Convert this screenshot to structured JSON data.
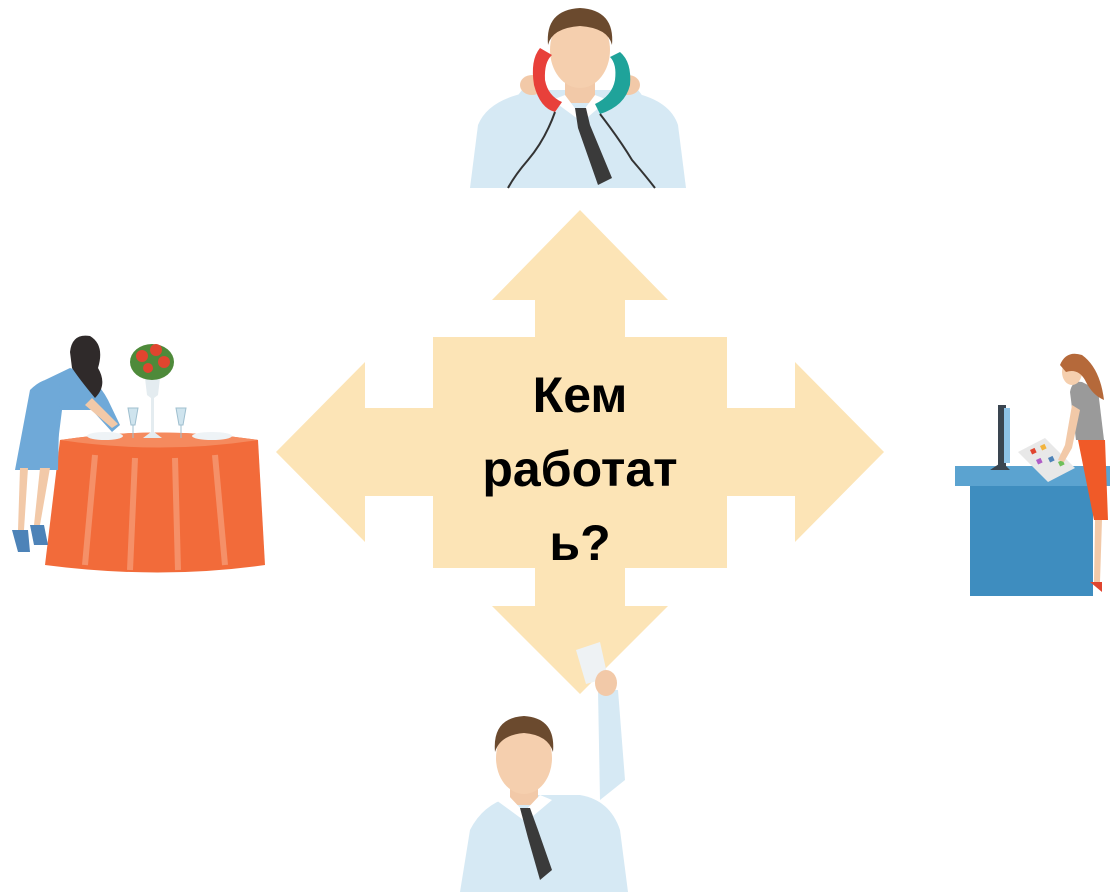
{
  "center_question": {
    "line1": "Кем",
    "line2": "работат",
    "line3": "ь?"
  },
  "colors": {
    "arrow_fill": "#FCE4B6",
    "shirt": "#D6E9F4",
    "tablecloth": "#F26B3A",
    "desk": "#3E8DBF",
    "receiver_red": "#E8403A",
    "receiver_teal": "#1FA39A"
  },
  "figures": [
    {
      "id": "top",
      "icon": "man-with-two-phones-icon"
    },
    {
      "id": "left",
      "icon": "waitress-setting-table-icon"
    },
    {
      "id": "right",
      "icon": "designer-at-desk-icon"
    },
    {
      "id": "bottom",
      "icon": "man-raising-hand-icon"
    }
  ]
}
